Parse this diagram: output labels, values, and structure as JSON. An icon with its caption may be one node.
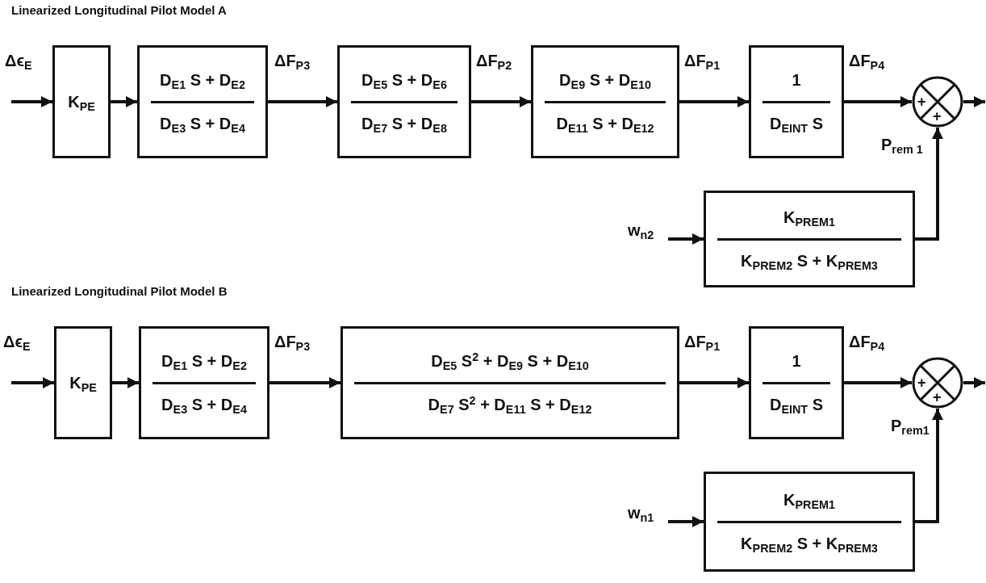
{
  "diagram": {
    "nodes": [
      {
        "text": [
          "K$_{PE}$"
        ]
      },
      {
        "text": [
          "D$_{E1}$ S + D$_{E2}$",
          "D$_{E3}$ S + D$_{E4}$"
        ]
      },
      {
        "text": [
          "D$_{E5}$ S + D$_{E6}$",
          "D$_{E7}$ S + D$_{E8}$"
        ]
      },
      {
        "text": [
          "D$_{E9}$ S + D$_{E10}$",
          "D$_{E11}$ S + D$_{E12}$"
        ]
      },
      {
        "text": [
          "1",
          "D$_{EINT}$ S"
        ]
      },
      {
        "text": [
          "+",
          "+"
        ]
      },
      {
        "text": [
          "K$_{PREM1}$",
          "K$_{PREM2}$ S + K$_{PREM3}$"
        ]
      },
      {
        "text": [
          "K$_{PE}$"
        ]
      },
      {
        "text": [
          "D$_{E1}$ S + D$_{E2}$",
          "D$_{E3}$ S + D$_{E4}$"
        ]
      },
      {
        "text": [
          "D$_{E5}$ S$^{2}$ + D$_{E9}$ S + D$_{E10}$",
          "D$_{E7}$ S$^{2}$ + D$_{E11}$ S + D$_{E12}$"
        ]
      },
      {
        "text": [
          "1",
          "D$_{EINT}$ S"
        ]
      },
      {
        "text": [
          "+",
          "+"
        ]
      },
      {
        "text": [
          "K$_{PREM1}$",
          "K$_{PREM2}$ S + K$_{PREM3}$"
        ]
      }
    ],
    "edges": [
      {
        "from": null,
        "to": 0,
        "arrow": "to",
        "label": "Δϵ$_{E}$"
      },
      {
        "from": 0,
        "to": 1,
        "arrow": "to"
      },
      {
        "from": 1,
        "to": 2,
        "arrow": "to",
        "label": "ΔF$_{P3}$"
      },
      {
        "from": 2,
        "to": 3,
        "arrow": "to",
        "label": "ΔF$_{P2}$"
      },
      {
        "from": 3,
        "to": 4,
        "arrow": "to",
        "label": "ΔF$_{P1}$"
      },
      {
        "from": 4,
        "to": 5,
        "arrow": "to",
        "label": "ΔF$_{P4}$"
      },
      {
        "from": 5,
        "to": null,
        "arrow": "to"
      },
      {
        "from": null,
        "to": 6,
        "arrow": "to",
        "label": "w$_{n2}$"
      },
      {
        "from": 6,
        "to": 5,
        "arrow": "to",
        "label": "P$_{rem 1}$"
      },
      {
        "from": null,
        "to": 7,
        "arrow": "to",
        "label": "Δϵ$_{E}$"
      },
      {
        "from": 7,
        "to": 8,
        "arrow": "to"
      },
      {
        "from": 8,
        "to": 9,
        "arrow": "to",
        "label": "ΔF$_{P3}$"
      },
      {
        "from": 9,
        "to": 10,
        "arrow": "to",
        "label": "ΔF$_{P1}$"
      },
      {
        "from": 10,
        "to": 11,
        "arrow": "to",
        "label": "ΔF$_{P4}$"
      },
      {
        "from": 11,
        "to": null,
        "arrow": "to"
      },
      {
        "from": null,
        "to": 12,
        "arrow": "to",
        "label": "w$_{n1}$"
      },
      {
        "from": 12,
        "to": 11,
        "arrow": "to",
        "label": "P$_{rem1}$"
      }
    ],
    "labels": [
      "Linearized Longitudinal Pilot Model A",
      "Linearized Longitudinal Pilot Model B"
    ]
  }
}
